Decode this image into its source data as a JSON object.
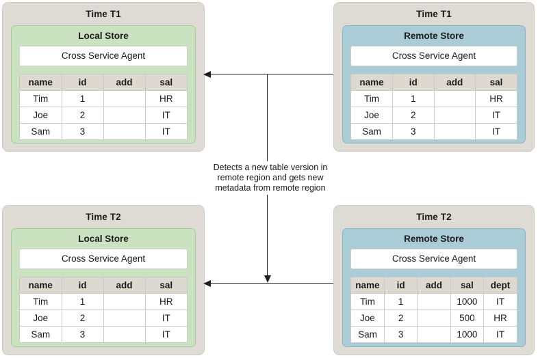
{
  "diagram": {
    "annotation": "Detects a new table version in remote region and gets new metadata from remote region",
    "agent_label": "Cross Service Agent",
    "colors": {
      "panel_bg": "#dedad4",
      "local_store": "#cbe2c0",
      "remote_store": "#a9ccd7",
      "table_header": "#ddd9d0",
      "connector": "#231f20"
    }
  },
  "panels": [
    {
      "id": "t1-local",
      "time_label": "Time T1",
      "store_label": "Local Store",
      "agent_label": "Cross Service Agent",
      "table": {
        "columns": [
          "name",
          "id",
          "add",
          "sal"
        ],
        "rows": [
          [
            "Tim",
            "1",
            "",
            "HR"
          ],
          [
            "Joe",
            "2",
            "",
            "IT"
          ],
          [
            "Sam",
            "3",
            "",
            "IT"
          ]
        ]
      }
    },
    {
      "id": "t1-remote",
      "time_label": "Time T1",
      "store_label": "Remote Store",
      "agent_label": "Cross Service Agent",
      "table": {
        "columns": [
          "name",
          "id",
          "add",
          "sal"
        ],
        "rows": [
          [
            "Tim",
            "1",
            "",
            "HR"
          ],
          [
            "Joe",
            "2",
            "",
            "IT"
          ],
          [
            "Sam",
            "3",
            "",
            "IT"
          ]
        ]
      }
    },
    {
      "id": "t2-local",
      "time_label": "Time T2",
      "store_label": "Local Store",
      "agent_label": "Cross Service Agent",
      "table": {
        "columns": [
          "name",
          "id",
          "add",
          "sal"
        ],
        "rows": [
          [
            "Tim",
            "1",
            "",
            "HR"
          ],
          [
            "Joe",
            "2",
            "",
            "IT"
          ],
          [
            "Sam",
            "3",
            "",
            "IT"
          ]
        ]
      }
    },
    {
      "id": "t2-remote",
      "time_label": "Time T2",
      "store_label": "Remote Store",
      "agent_label": "Cross Service Agent",
      "table": {
        "columns": [
          "name",
          "id",
          "add",
          "sal",
          "dept"
        ],
        "rows": [
          [
            "Tim",
            "1",
            "",
            "1000",
            "IT"
          ],
          [
            "Joe",
            "2",
            "",
            "500",
            "HR"
          ],
          [
            "Sam",
            "3",
            "",
            "1000",
            "IT"
          ]
        ]
      }
    }
  ]
}
